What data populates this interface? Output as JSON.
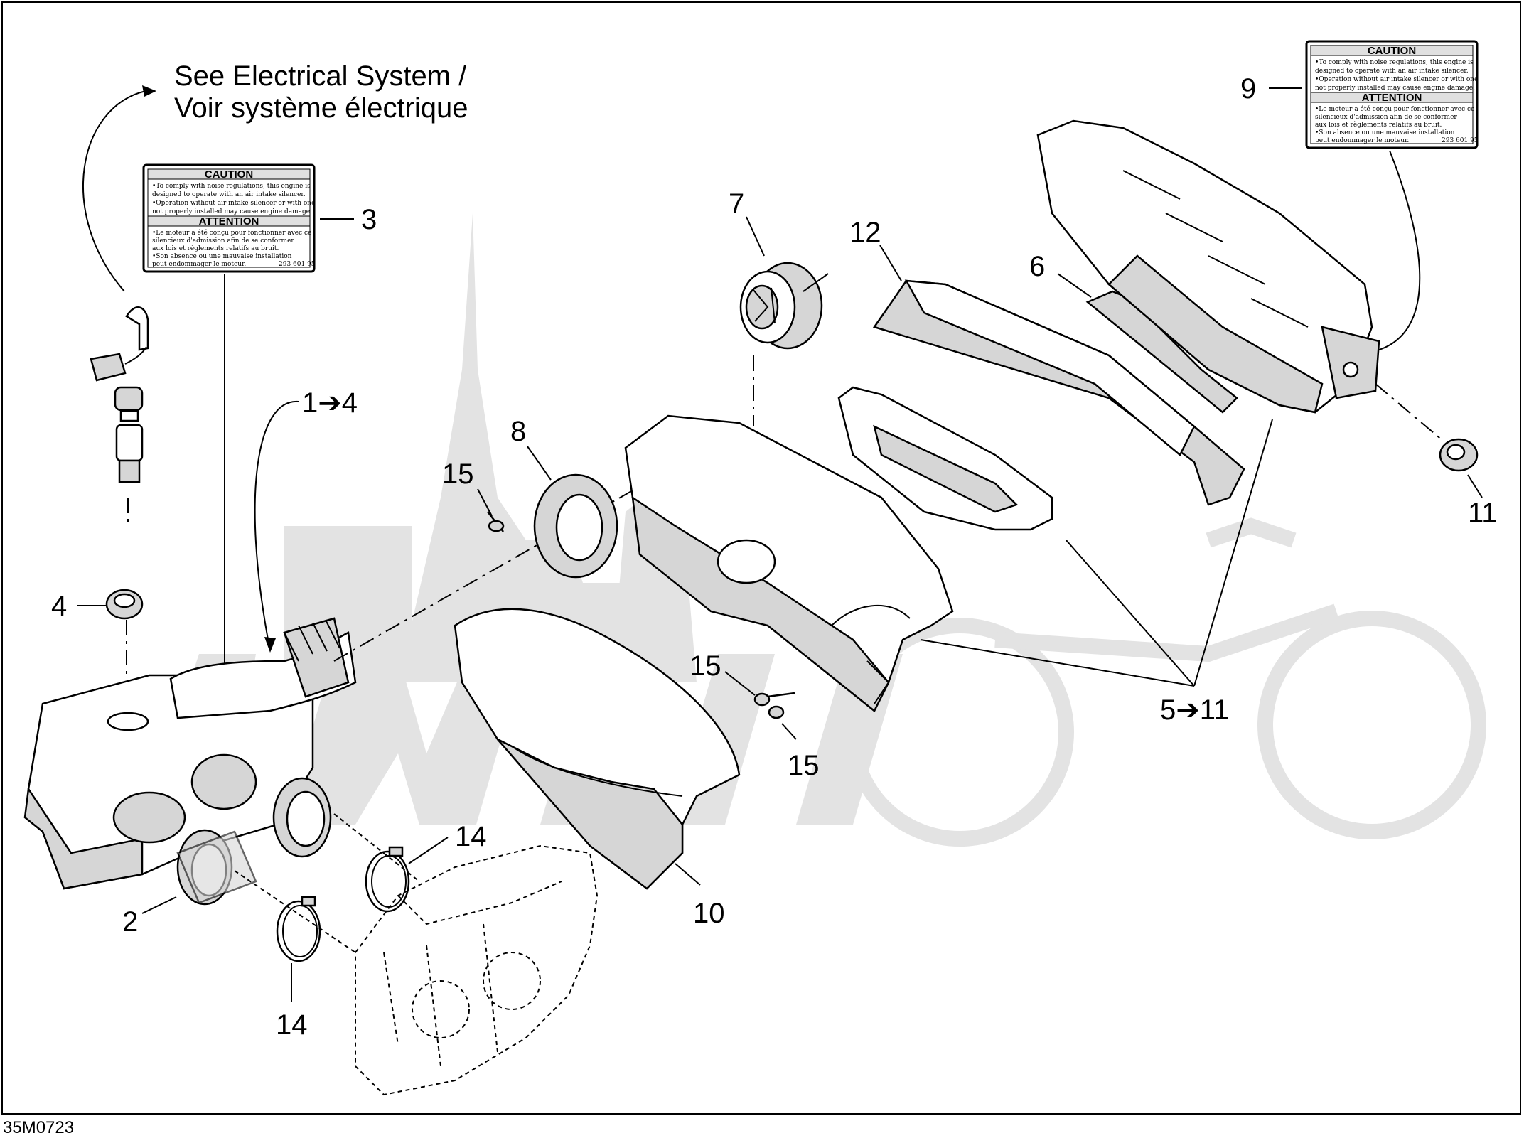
{
  "drawing_number": "35M0723",
  "note": {
    "line1": "See Electrical System /",
    "line2": "Voir système électrique"
  },
  "callouts": {
    "c1_4": "1➔4",
    "c2": "2",
    "c3": "3",
    "c4": "4",
    "c5_11": "5➔11",
    "c6": "6",
    "c7": "7",
    "c8": "8",
    "c9": "9",
    "c10": "10",
    "c11": "11",
    "c12": "12",
    "c14a": "14",
    "c14b": "14",
    "c15a": "15",
    "c15b": "15",
    "c15c": "15"
  },
  "caution_label": {
    "heading_caution": "CAUTION",
    "caution_lines": [
      "•To comply with noise regulations, this engine is",
      "designed to operate with an air intake silencer.",
      "•Operation without air intake silencer or with one",
      "not properly installed may cause engine damage."
    ],
    "heading_attention": "ATTENTION",
    "attention_lines": [
      "•Le moteur a été conçu pour fonctionner avec ce",
      "silencieux d'admission afin de se conformer",
      "aux lois et règlements relatifs au bruit.",
      "•Son absence ou une mauvaise installation",
      "peut endommager le moteur."
    ],
    "code": "293 601 95"
  },
  "colors": {
    "line": "#000000",
    "shade": "#d6d6d6",
    "watermark": "#e3e3e3"
  }
}
